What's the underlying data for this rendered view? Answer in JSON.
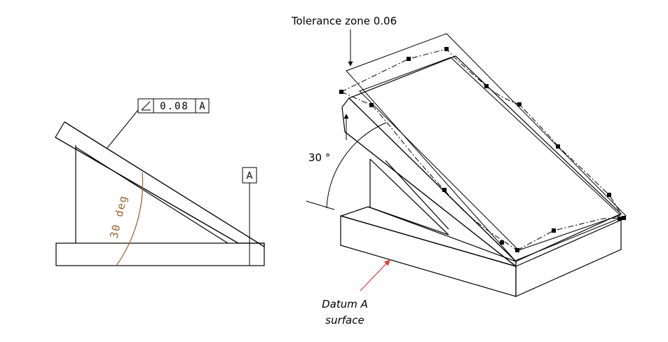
{
  "fcf": {
    "symbol": "angularity-symbol",
    "tolerance": "0.08",
    "datum_ref": "A"
  },
  "datum_flag": "A",
  "left_angle_label": "30 deg",
  "right_angle_label": "30 °",
  "tolerance_zone_label": "Tolerance zone 0.06",
  "datum_surface_label": {
    "line1": "Datum A",
    "line2": "surface"
  },
  "colors": {
    "line": "#000000",
    "dimension": "#a0612b",
    "leader_arrow": "#e23b3b"
  }
}
